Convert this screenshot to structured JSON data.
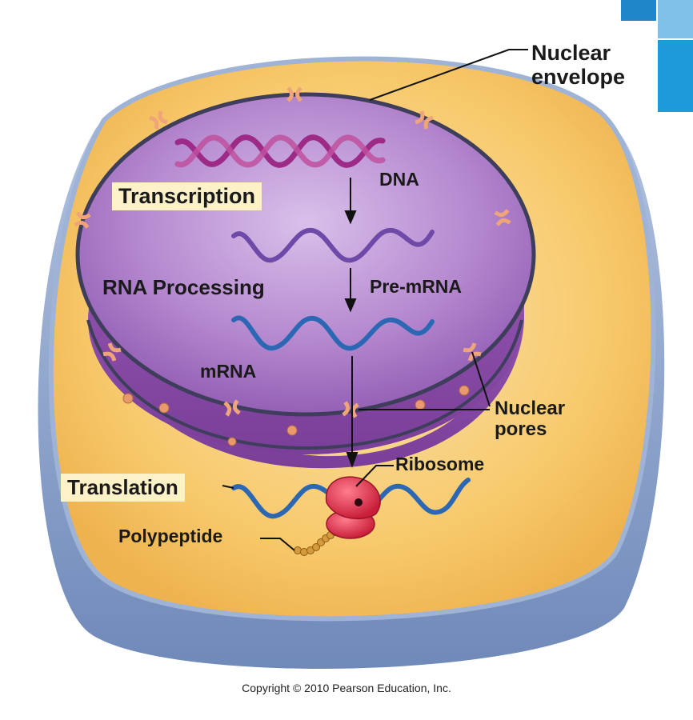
{
  "labels": {
    "nuclear_envelope_line1": "Nuclear",
    "nuclear_envelope_line2": "envelope",
    "dna": "DNA",
    "transcription": "Transcription",
    "rna_processing": "RNA Processing",
    "pre_mrna": "Pre-mRNA",
    "mrna": "mRNA",
    "nuclear_pores_line1": "Nuclear",
    "nuclear_pores_line2": "pores",
    "ribosome": "Ribosome",
    "translation": "Translation",
    "polypeptide": "Polypeptide"
  },
  "copyright": "Copyright © 2010 Pearson Education, Inc.",
  "colors": {
    "cytoplasm": "#f7c96b",
    "cell_edge": "#8fa7cf",
    "nucleus": "#a774c2",
    "nucleus_side": "#8a4fa6",
    "envelope": "#3f3d5c",
    "pore": "#f0a47a",
    "dna": "#9c2a86",
    "pre_mrna": "#6f49a8",
    "mrna": "#2c67b3",
    "ribosome": "#e0304a",
    "polypeptide": "#c98a2a",
    "label_tag": "#fdf1c8"
  }
}
